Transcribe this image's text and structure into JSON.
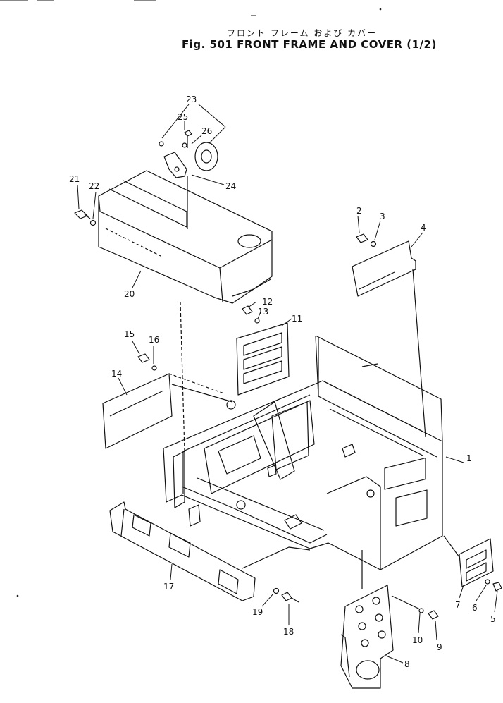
{
  "title": {
    "japanese": "フロント フレーム および カバー",
    "english": "Fig. 501  FRONT FRAME AND COVER (1/2)"
  },
  "callouts": [
    {
      "id": "1",
      "label": "1"
    },
    {
      "id": "2",
      "label": "2"
    },
    {
      "id": "3",
      "label": "3"
    },
    {
      "id": "4",
      "label": "4"
    },
    {
      "id": "5",
      "label": "5"
    },
    {
      "id": "6",
      "label": "6"
    },
    {
      "id": "7",
      "label": "7"
    },
    {
      "id": "8",
      "label": "8"
    },
    {
      "id": "9",
      "label": "9"
    },
    {
      "id": "10",
      "label": "10"
    },
    {
      "id": "11",
      "label": "11"
    },
    {
      "id": "12",
      "label": "12"
    },
    {
      "id": "13",
      "label": "13"
    },
    {
      "id": "14",
      "label": "14"
    },
    {
      "id": "15",
      "label": "15"
    },
    {
      "id": "16",
      "label": "16"
    },
    {
      "id": "17",
      "label": "17"
    },
    {
      "id": "18",
      "label": "18"
    },
    {
      "id": "19",
      "label": "19"
    },
    {
      "id": "20",
      "label": "20"
    },
    {
      "id": "21",
      "label": "21"
    },
    {
      "id": "22",
      "label": "22"
    },
    {
      "id": "23",
      "label": "23"
    },
    {
      "id": "24",
      "label": "24"
    },
    {
      "id": "25",
      "label": "25"
    },
    {
      "id": "26",
      "label": "26"
    }
  ]
}
